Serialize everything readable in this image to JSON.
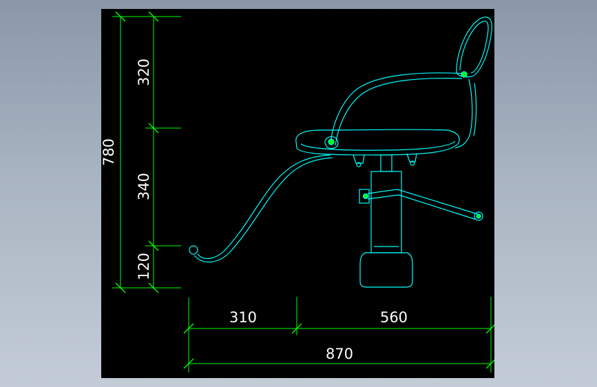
{
  "drawing": {
    "background_color": "#000000",
    "dimension_color": "#00ff00",
    "outline_color": "#00ffff",
    "text_color": "#ffffff"
  },
  "dimensions": {
    "vertical": {
      "total": "780",
      "upper": "320",
      "middle": "340",
      "lower": "120"
    },
    "horizontal": {
      "left": "310",
      "right": "560",
      "total": "870"
    }
  }
}
